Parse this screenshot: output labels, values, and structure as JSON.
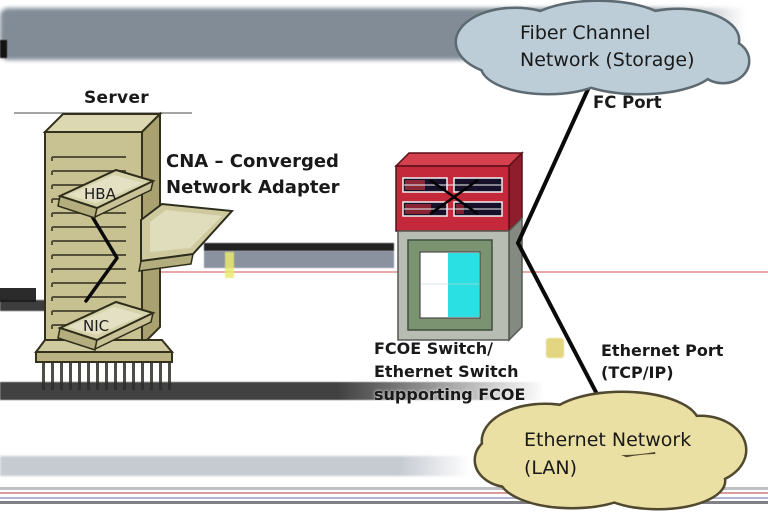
{
  "labels": {
    "server": "Server",
    "hba": "HBA",
    "nic": "NIC",
    "cna_line1": "CNA – Converged",
    "cna_line2": "Network Adapter",
    "fc_port": "FC Port",
    "fcoe_line1": "FCOE Switch/",
    "fcoe_line2": "Ethernet Switch",
    "fcoe_line3": "supporting FCOE",
    "eth_port_line1": "Ethernet Port",
    "eth_port_line2": "(TCP/IP)",
    "fiber_cloud_line1": "Fiber Channel",
    "fiber_cloud_line2": "Network (Storage)",
    "eth_cloud_line1": "Ethernet Network",
    "eth_cloud_line2": "(LAN)"
  },
  "colors": {
    "server_front": "#c8c293",
    "server_side": "#a9a270",
    "server_top": "#dcd8b2",
    "card_face": "#d6d2aa",
    "card_highlight": "#e3e0c4",
    "card_rim": "#b4ad7e",
    "switch_red_front": "#c4293b",
    "switch_red_top": "#d5404e",
    "switch_red_side": "#8e1e2c",
    "switch_gray_front": "#b7bdb3",
    "switch_gray_side": "#848a82",
    "switch_green_frame": "#7b9370",
    "switch_screen_white": "#ffffff",
    "switch_screen_cyan": "#2ae0e2",
    "fiber_cloud_fill": "#bccdd8",
    "fiber_cloud_stroke": "#5d6a72",
    "ethernet_cloud_fill": "#eae0a4",
    "ethernet_cloud_stroke": "#51492f",
    "connector_line": "#0a0a0a",
    "text": "#191919"
  }
}
